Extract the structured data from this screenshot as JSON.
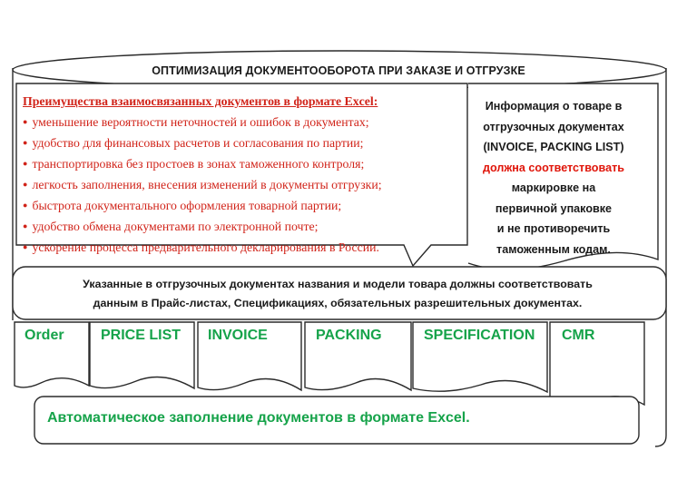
{
  "title": "ОПТИМИЗАЦИЯ ДОКУМЕНТООБОРОТА ПРИ ЗАКАЗЕ И ОТГРУЗКЕ",
  "advantages": {
    "heading": "Преимущества взаимосвязанных документов в формате Excel:",
    "items": [
      "уменьшение вероятности неточностей и ошибок в документах;",
      "удобство для финансовых расчетов и согласования по партии;",
      "транспортировка без простоев в зонах таможенного контроля;",
      "легкость заполнения, внесения изменений в документы отгрузки;",
      "быстрота документального оформления товарной партии;",
      "удобство обмена документами по электронной почте;",
      "ускорение процесса предварительного декларирования в России."
    ]
  },
  "info": {
    "line1": "Информация о товаре в",
    "line2": "отгрузочных документах",
    "line3": "(INVOICE, PACKING LIST)",
    "line4": "должна соответствовать",
    "line5": "маркировке на",
    "line6": "первичной упаковке",
    "line7": "и не противоречить",
    "line8": "таможенным кодам."
  },
  "band": {
    "line1": "Указанные в отгрузочных документах названия и модели товара должны соответствовать",
    "line2": "данным в Прайс-листах, Спецификациях, обязательных разрешительных документах."
  },
  "documents": [
    "Order",
    "PRICE LIST",
    "INVOICE",
    "PACKING",
    "SPECIFICATION",
    "CMR"
  ],
  "footer": "Автоматическое заполнение документов в формате Excel.",
  "colors": {
    "red_text": "#d1241a",
    "green_text": "#16a34a",
    "outline": "#222222"
  }
}
